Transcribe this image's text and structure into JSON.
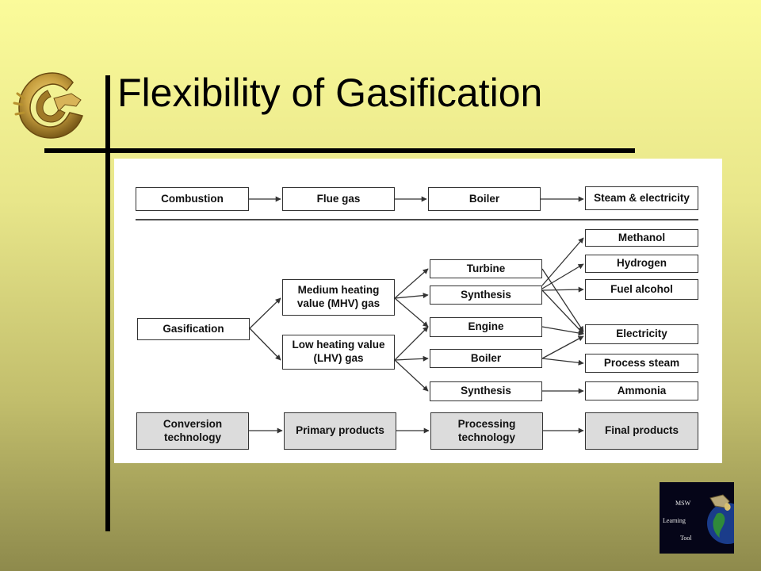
{
  "slide": {
    "title": "Flexibility of Gasification"
  },
  "diagram": {
    "row1": {
      "combustion": "Combustion",
      "flue_gas": "Flue gas",
      "boiler": "Boiler",
      "steam_electricity": "Steam & electricity"
    },
    "gasification": "Gasification",
    "mhv_gas": "Medium heating value (MHV) gas",
    "lhv_gas": "Low heating value (LHV) gas",
    "processes": {
      "turbine": "Turbine",
      "synthesis_mhv": "Synthesis",
      "engine": "Engine",
      "boiler": "Boiler",
      "synthesis_lhv": "Synthesis"
    },
    "products": {
      "methanol": "Methanol",
      "hydrogen": "Hydrogen",
      "fuel_alcohol": "Fuel alcohol",
      "electricity": "Electricity",
      "process_steam": "Process steam",
      "ammonia": "Ammonia"
    },
    "legend": {
      "conversion": "Conversion technology",
      "primary": "Primary products",
      "processing": "Processing technology",
      "final": "Final products"
    }
  },
  "badge": {
    "line1": "MSW",
    "line2": "Learning",
    "line3": "Tool"
  }
}
